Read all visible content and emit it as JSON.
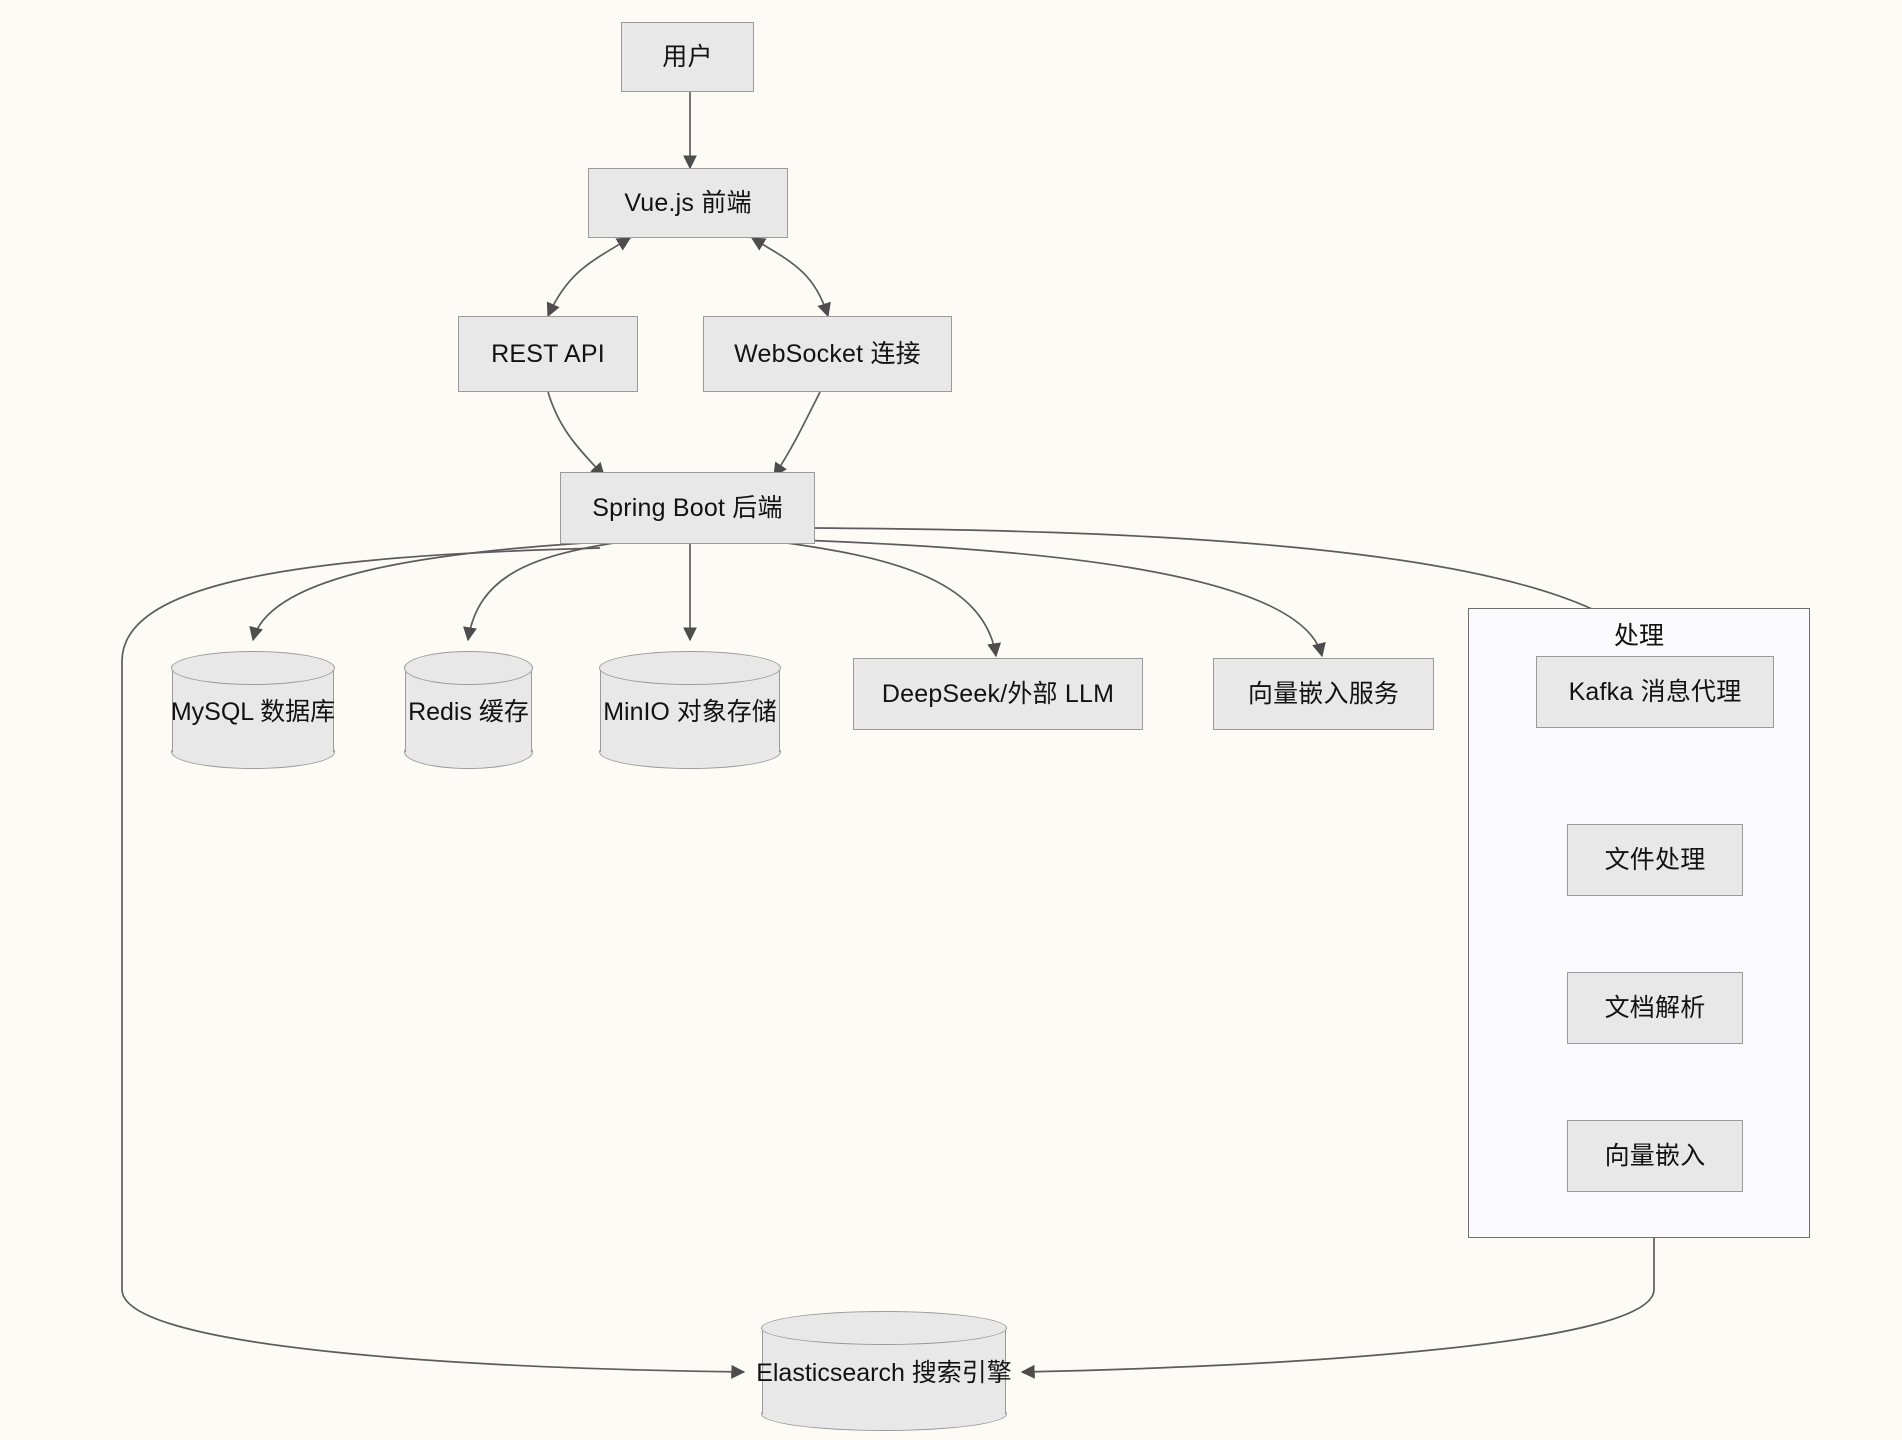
{
  "diagram": {
    "type": "flowchart",
    "title": "",
    "background_color": "#fcfbf5",
    "node_fill": "#e8e8e8",
    "node_border": "#9a9a9a",
    "edge_color": "#5c5c5c",
    "subgraph_fill": "#fbfbfd"
  },
  "nodes": {
    "user": {
      "label": "用户",
      "shape": "rect"
    },
    "frontend": {
      "label": "Vue.js 前端",
      "shape": "rect"
    },
    "rest": {
      "label": "REST API",
      "shape": "rect"
    },
    "websocket": {
      "label": "WebSocket 连接",
      "shape": "rect"
    },
    "backend": {
      "label": "Spring Boot 后端",
      "shape": "rect"
    },
    "mysql": {
      "label": "MySQL 数据库",
      "shape": "cylinder"
    },
    "redis": {
      "label": "Redis 缓存",
      "shape": "cylinder"
    },
    "minio": {
      "label": "MinIO 对象存储",
      "shape": "cylinder"
    },
    "llm": {
      "label": "DeepSeek/外部 LLM",
      "shape": "rect"
    },
    "embedding": {
      "label": "向量嵌入服务",
      "shape": "rect"
    },
    "kafka": {
      "label": "Kafka 消息代理",
      "shape": "rect"
    },
    "fileproc": {
      "label": "文件处理",
      "shape": "rect"
    },
    "docparse": {
      "label": "文档解析",
      "shape": "rect"
    },
    "vectorize": {
      "label": "向量嵌入",
      "shape": "rect"
    },
    "elasticsearch": {
      "label": "Elasticsearch 搜索引擎",
      "shape": "cylinder"
    }
  },
  "subgraphs": {
    "processing": {
      "label": "处理"
    }
  },
  "edges": [
    {
      "from": "user",
      "to": "frontend",
      "arrow": "single"
    },
    {
      "from": "frontend",
      "to": "rest",
      "arrow": "double"
    },
    {
      "from": "frontend",
      "to": "websocket",
      "arrow": "double"
    },
    {
      "from": "rest",
      "to": "backend",
      "arrow": "single"
    },
    {
      "from": "websocket",
      "to": "backend",
      "arrow": "single"
    },
    {
      "from": "backend",
      "to": "mysql",
      "arrow": "single"
    },
    {
      "from": "backend",
      "to": "redis",
      "arrow": "single"
    },
    {
      "from": "backend",
      "to": "minio",
      "arrow": "single"
    },
    {
      "from": "backend",
      "to": "llm",
      "arrow": "single"
    },
    {
      "from": "backend",
      "to": "embedding",
      "arrow": "single"
    },
    {
      "from": "backend",
      "to": "kafka",
      "arrow": "single"
    },
    {
      "from": "backend",
      "to": "elasticsearch",
      "arrow": "single"
    },
    {
      "from": "kafka",
      "to": "fileproc",
      "arrow": "single"
    },
    {
      "from": "fileproc",
      "to": "docparse",
      "arrow": "single"
    },
    {
      "from": "docparse",
      "to": "vectorize",
      "arrow": "single"
    },
    {
      "from": "vectorize",
      "to": "elasticsearch",
      "arrow": "single"
    }
  ]
}
